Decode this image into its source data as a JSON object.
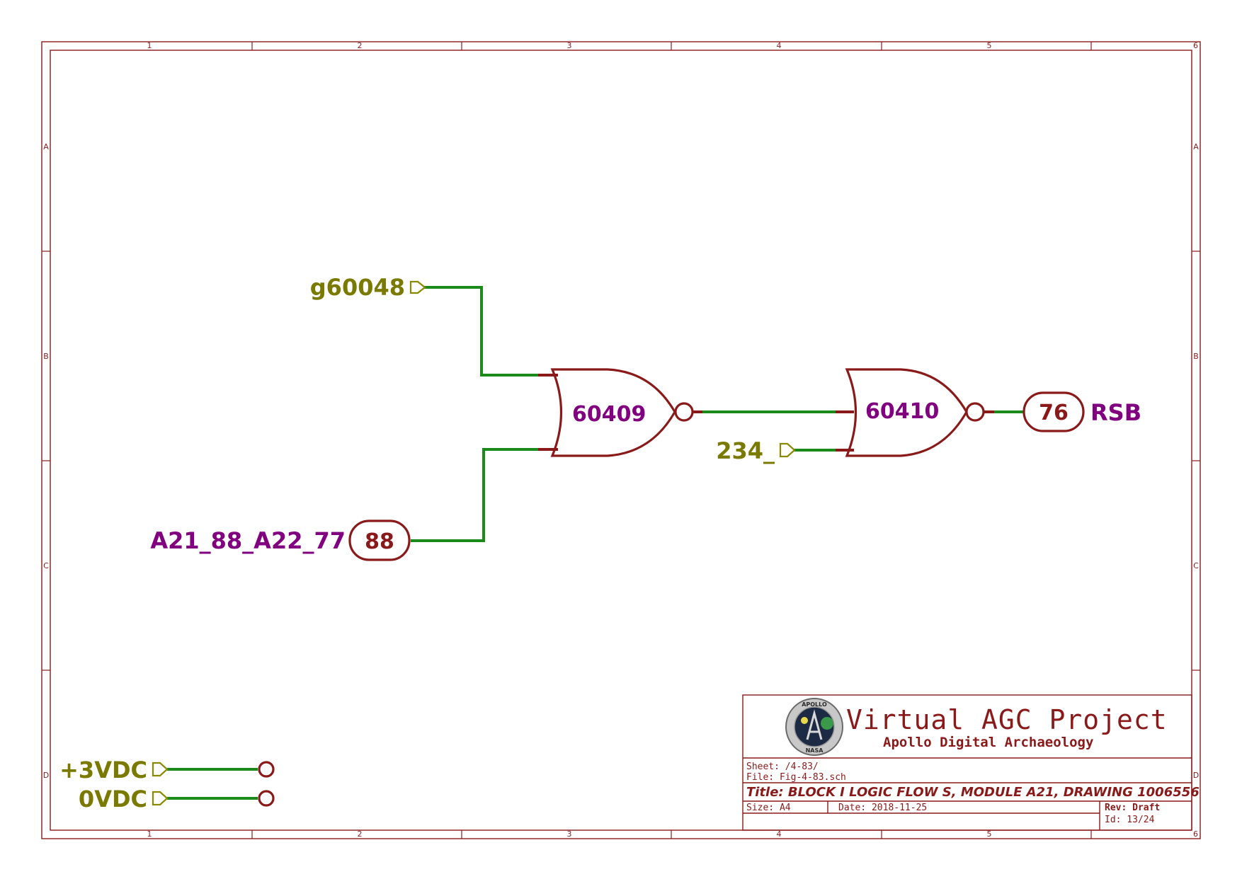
{
  "frame": {
    "columns": [
      "1",
      "2",
      "3",
      "4",
      "5",
      "6"
    ],
    "rows": [
      "A",
      "B",
      "C",
      "D"
    ]
  },
  "schematic": {
    "gates": [
      {
        "id": "gate-60409",
        "label": "60409",
        "type": "NOR"
      },
      {
        "id": "gate-60410",
        "label": "60410",
        "type": "NOR"
      }
    ],
    "inputs": {
      "g60048": "g60048",
      "in_234": "234_",
      "vdc3": "+3VDC",
      "vdc0": "0VDC"
    },
    "connectors": {
      "c88_number": "88",
      "c88_net": "A21_88_A22_77",
      "c76_number": "76",
      "c76_net": "RSB"
    }
  },
  "title_block": {
    "project": "Virtual AGC Project",
    "subtitle": "Apollo Digital Archaeology",
    "logo_top": "APOLLO",
    "logo_bottom": "NASA",
    "sheet": "Sheet: /4-83/",
    "file": "File: Fig-4-83.sch",
    "title": "Title: BLOCK I LOGIC FLOW S, MODULE A21, DRAWING 1006556",
    "size": "Size: A4",
    "date": "Date: 2018-11-25",
    "rev": "Rev: Draft",
    "id": "Id: 13/24"
  },
  "colors": {
    "frame": "#8a1a1a",
    "wire": "#1a8a1a",
    "gate_label": "#800080",
    "port_label": "#7a7a00"
  }
}
